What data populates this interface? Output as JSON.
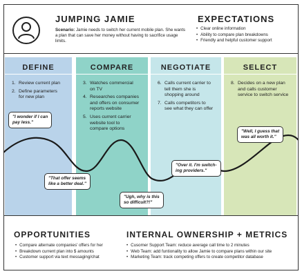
{
  "persona": {
    "name": "JUMPING JAMIE",
    "scenario_label": "Scenario:",
    "scenario_text": "Jamie needs to switch her current mobile plan. She wants a plan that can save her money without having to sacrifice usage limits."
  },
  "expectations": {
    "title": "EXPECTATIONS",
    "items": [
      "Clear online information",
      "Ability to compare plan breakdowns",
      "Friendly and helpful customer support"
    ]
  },
  "colors": {
    "define": "#b9d3ea",
    "compare": "#8fd3c8",
    "negotiate": "#c5e6ea",
    "select": "#d7e6b8",
    "curve": "#1a1a1a"
  },
  "stages": [
    {
      "title": "DEFINE",
      "steps": [
        {
          "num": "1.",
          "text": "Review current plan"
        },
        {
          "num": "2.",
          "text": "Define parameters\nfor new plan"
        }
      ]
    },
    {
      "title": "COMPARE",
      "steps": [
        {
          "num": "3.",
          "text": "Watches commercial\non TV"
        },
        {
          "num": "4.",
          "text": "Researches companies\nand offers on consumer\nreports website"
        },
        {
          "num": "5.",
          "text": "Uses current carrier\nwebsite tool to\ncompare options"
        }
      ]
    },
    {
      "title": "NEGOTIATE",
      "steps": [
        {
          "num": "6.",
          "text": "Calls current carrier to\ntell them she is\nshopping around"
        },
        {
          "num": "7.",
          "text": "Calls competitors to\nsee what they can offer"
        }
      ]
    },
    {
      "title": "SELECT",
      "steps": [
        {
          "num": "8.",
          "text": "Decides on a new plan\nand calls customer\nservice to switch service"
        }
      ]
    }
  ],
  "quotes": {
    "q1": "\"I wonder if I can\npay less.\"",
    "q2": "\"That offer seems\nlike a better deal.\"",
    "q3": "\"Ugh, why is this\nso difficult?!\"",
    "q4": "\"Over it. I'm switch-\ning providers.\"",
    "q5": "\"Well, I guess that\nwas all worth it.\""
  },
  "opportunities": {
    "title": "OPPORTUNITIES",
    "items": [
      "Compare alternate companies' offers for her",
      "Breakdown current plan into $ amounts",
      "Customer support via text messaging/chat"
    ]
  },
  "metrics": {
    "title": "INTERNAL OWNERSHIP + METRICS",
    "items": [
      "Cusomer Support Team: reduce average call time to 2 minutes",
      "Web Team: add funtionality to allow Jamie to compare plans within our site",
      "Marketing Team: track competing offers to create competitor database"
    ]
  }
}
